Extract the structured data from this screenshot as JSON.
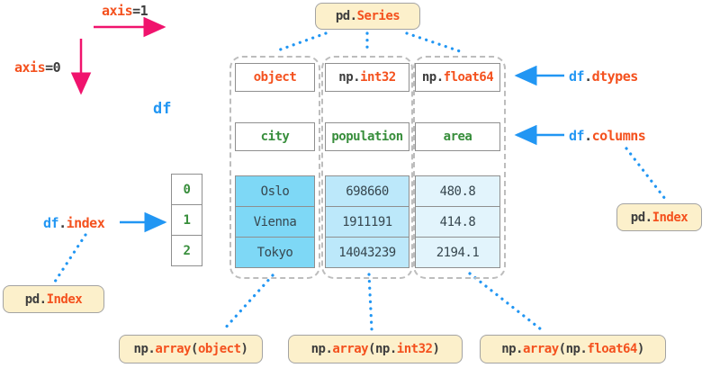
{
  "colors": {
    "accent_orange": "#f4511e",
    "code_blue": "#2196f3",
    "arrow_pink": "#f0136d",
    "header_green": "#388e3c",
    "tan_box_bg": "#fcf0cb",
    "cell_city_bg": "#7ed8f6",
    "cell_population_bg": "#bce8fa",
    "cell_area_bg": "#e2f4fc",
    "cell_text": "#37474f",
    "dotted_line_blue": "#2196f3"
  },
  "annotations": {
    "axis1": {
      "accent": "axis",
      "dark": "=1"
    },
    "axis0": {
      "accent": "axis",
      "dark": "=0"
    },
    "df_label": "df",
    "pd_series": {
      "prefix": "pd.",
      "name": "Series"
    },
    "df_dtypes": {
      "obj": "df",
      "dot": ".",
      "attr": "dtypes"
    },
    "df_columns": {
      "obj": "df",
      "dot": ".",
      "attr": "columns"
    },
    "df_index": {
      "obj": "df",
      "dot": ".",
      "attr": "index"
    },
    "pd_index_right": {
      "prefix": "pd.",
      "name": "Index"
    },
    "pd_index_left": {
      "prefix": "pd.",
      "name": "Index"
    },
    "np_array_object": {
      "p1": "np.",
      "p2": "array",
      "p3": "(",
      "p4": "object",
      "p5": ")"
    },
    "np_array_int32": {
      "p1": "np.",
      "p2": "array",
      "p3": "(np.",
      "p4": "int32",
      "p5": ")"
    },
    "np_array_float64": {
      "p1": "np.",
      "p2": "array",
      "p3": "(np.",
      "p4": "float64",
      "p5": ")"
    }
  },
  "table": {
    "dtypes": [
      {
        "prefix": "",
        "name": "object"
      },
      {
        "prefix": "np.",
        "name": "int32"
      },
      {
        "prefix": "np.",
        "name": "float64"
      }
    ],
    "columns": [
      "city",
      "population",
      "area"
    ],
    "index_values": [
      "0",
      "1",
      "2"
    ],
    "rows": [
      [
        "Oslo",
        "698660",
        "480.8"
      ],
      [
        "Vienna",
        "1911191",
        "414.8"
      ],
      [
        "Tokyo",
        "14043239",
        "2194.1"
      ]
    ]
  }
}
